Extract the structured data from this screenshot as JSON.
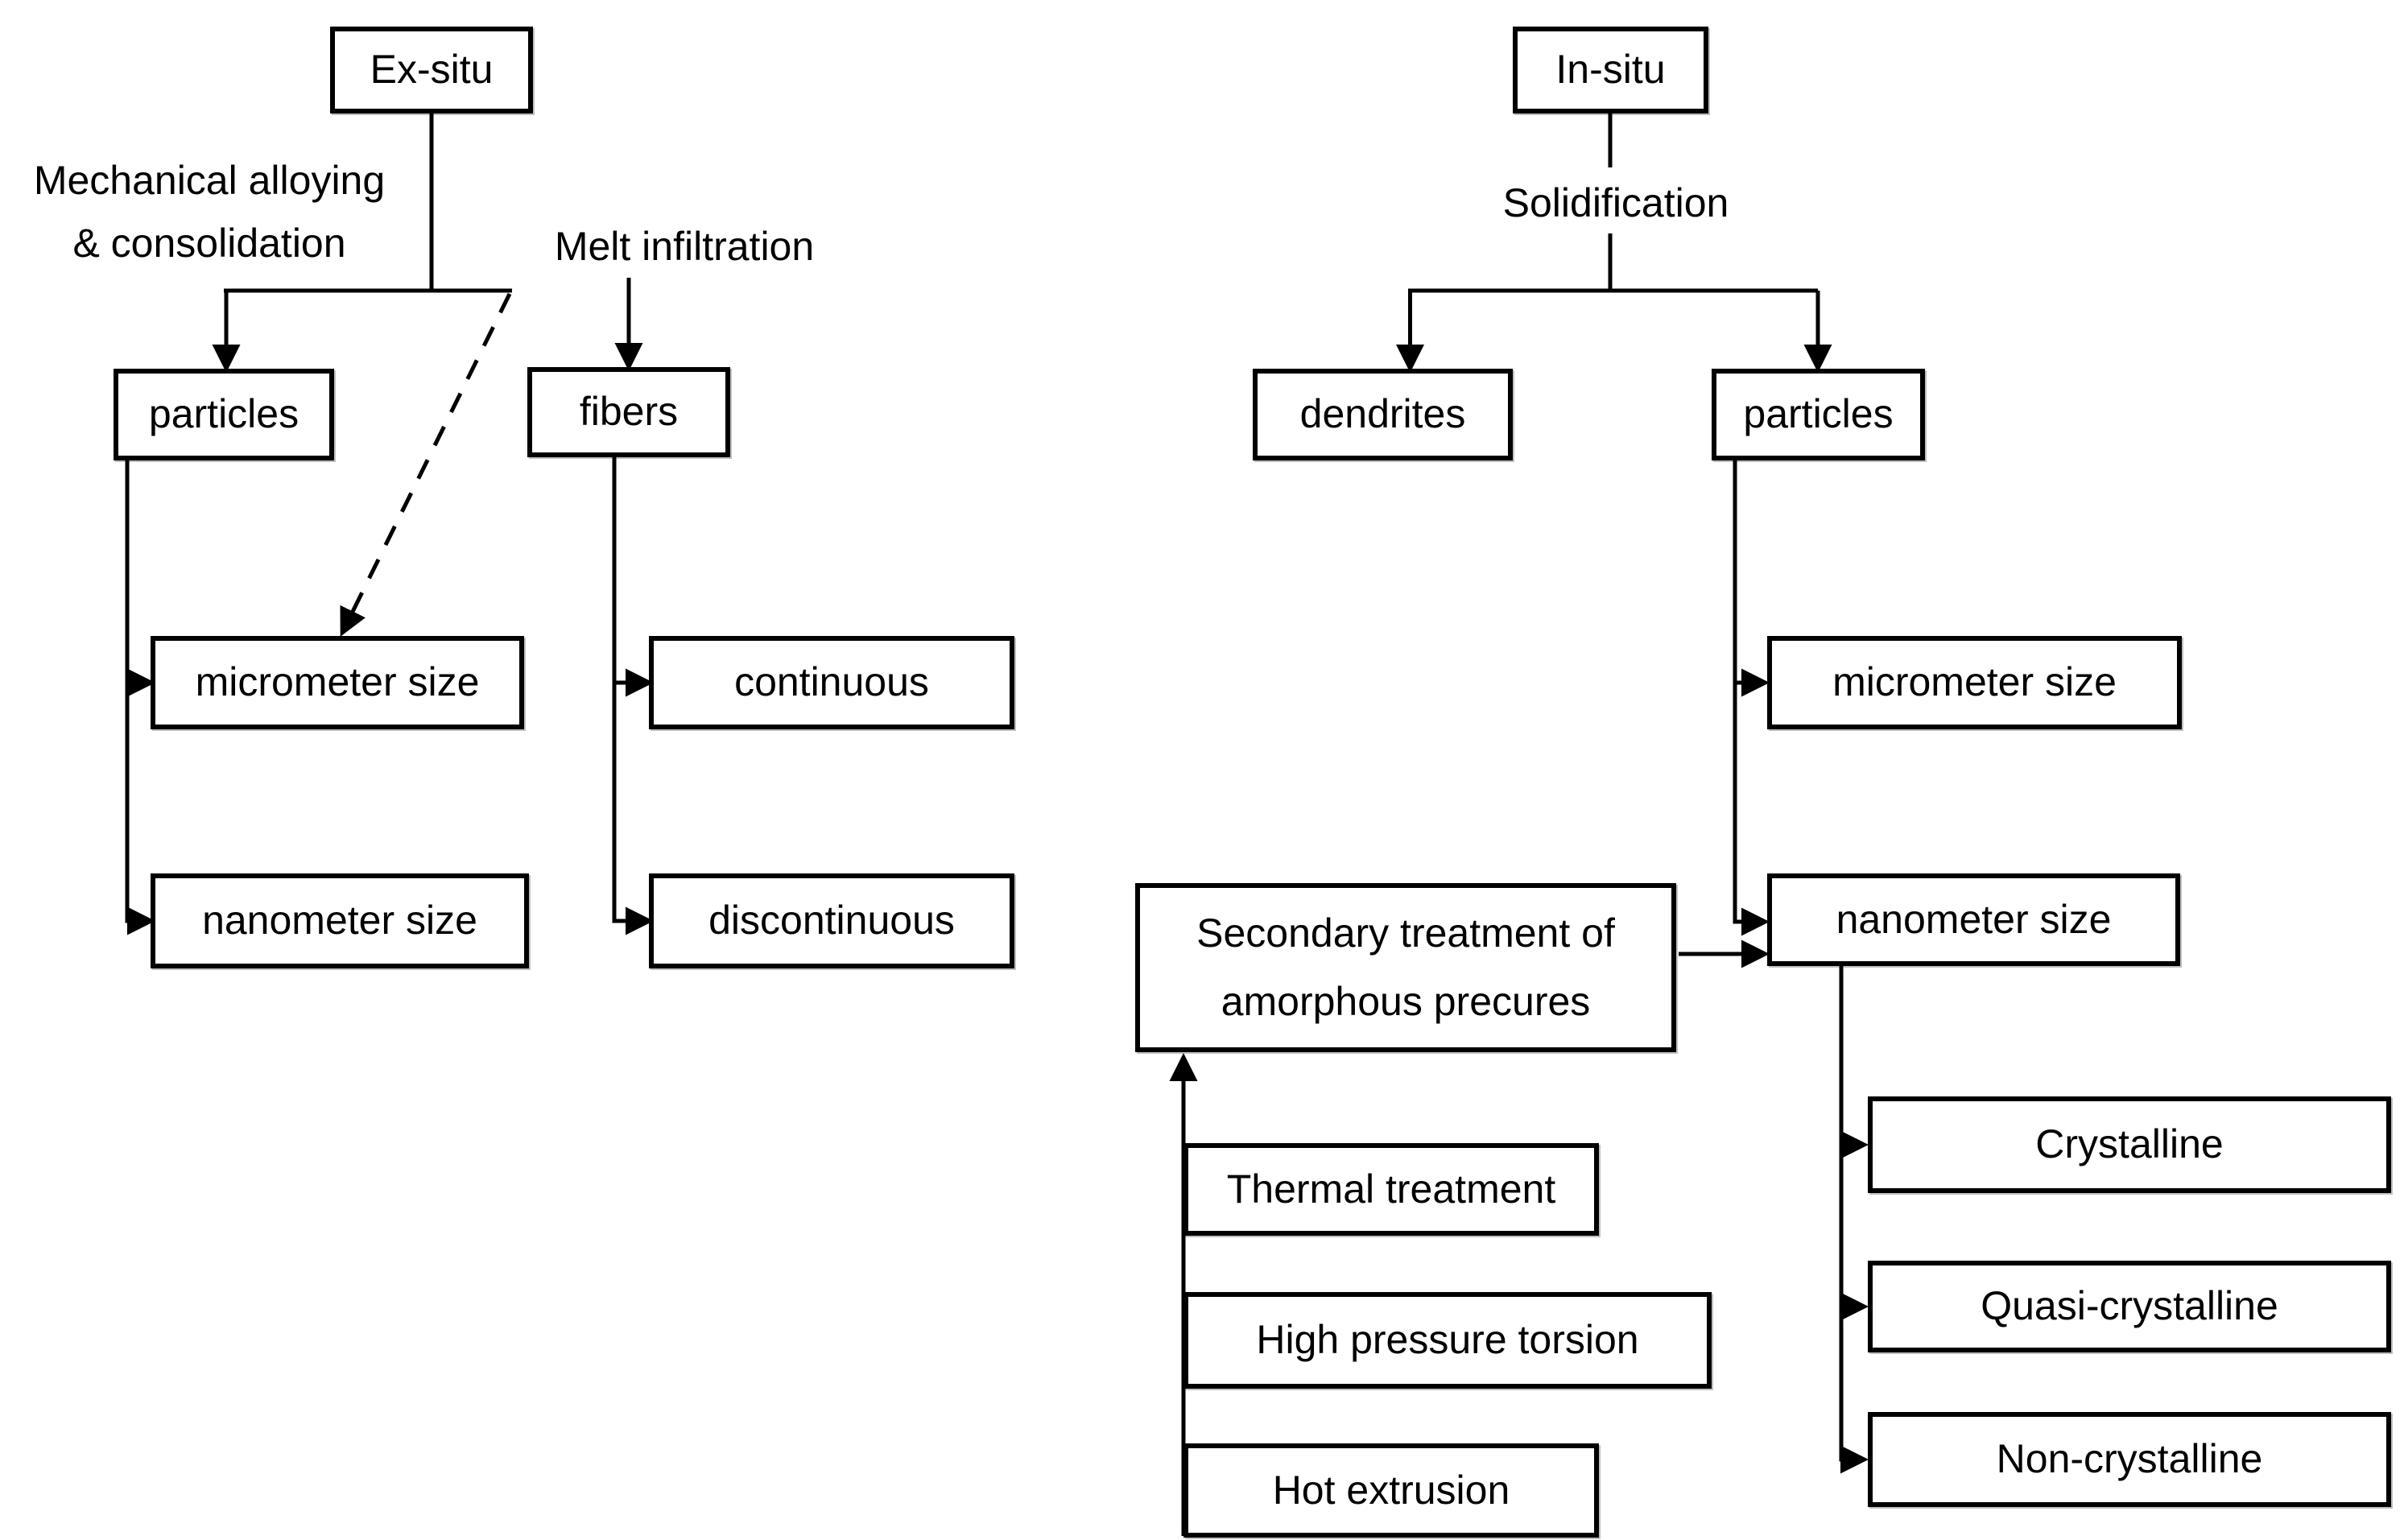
{
  "figure": {
    "type": "flowchart",
    "colors": {
      "background": "#ffffff",
      "stroke": "#000000",
      "text": "#000000"
    },
    "ex_situ_branch": {
      "root_label": "Ex-situ",
      "mechanical_label_line1": "Mechanical alloying",
      "mechanical_label_line2": "& consolidation",
      "melt_label": "Melt infiltration",
      "particles_label": "particles",
      "fibers_label": "fibers",
      "micrometer_label": "micrometer size",
      "nanometer_label": "nanometer size",
      "continuous_label": "continuous",
      "discontinuous_label": "discontinuous"
    },
    "in_situ_branch": {
      "root_label": "In-situ",
      "solidification_label": "Solidification",
      "dendrites_label": "dendrites",
      "particles_label": "particles",
      "micrometer_label": "micrometer size",
      "nanometer_label": "nanometer size",
      "secondary_label_line1": "Secondary treatment of",
      "secondary_label_line2": "amorphous precures",
      "thermal_label": "Thermal treatment",
      "high_pressure_label": "High pressure torsion",
      "hot_extrusion_label": "Hot extrusion",
      "crystalline_label": "Crystalline",
      "quasi_crystalline_label": "Quasi-crystalline",
      "non_crystalline_label": "Non-crystalline"
    }
  }
}
